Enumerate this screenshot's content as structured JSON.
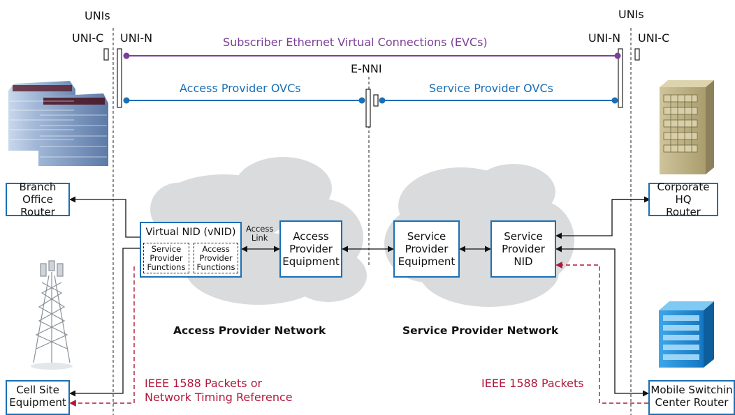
{
  "top": {
    "unis_left": "UNIs",
    "unis_right": "UNIs",
    "uni_c_left": "UNI-C",
    "uni_n_left": "UNI-N",
    "uni_n_right": "UNI-N",
    "uni_c_right": "UNI-C",
    "enni": "E-NNI"
  },
  "connections": {
    "evc": "Subscriber Ethernet Virtual Connections (EVCs)",
    "access_ovc": "Access Provider OVCs",
    "service_ovc": "Service Provider OVCs"
  },
  "boxes": {
    "branch_router": [
      "Branch Office",
      "Router"
    ],
    "corp_router": [
      "Corporate HQ",
      "Router"
    ],
    "cell_site": [
      "Cell Site",
      "Equipment"
    ],
    "msc_router": [
      "Mobile Switchin",
      "Center Router"
    ],
    "vnid_title": "Virtual NID (vNID)",
    "vnid_sub_left": [
      "Service",
      "Provider",
      "Functions"
    ],
    "vnid_sub_right": [
      "Access",
      "Provider",
      "Functions"
    ],
    "access_link": [
      "Access",
      "Link"
    ],
    "access_equipment": [
      "Access",
      "Provider",
      "Equipment"
    ],
    "service_equipment": [
      "Service",
      "Provider",
      "Equipment"
    ],
    "service_nid": [
      "Service",
      "Provider",
      "NID"
    ]
  },
  "networks": {
    "access": "Access Provider Network",
    "service": "Service Provider Network"
  },
  "timing": {
    "left_line1": "IEEE 1588 Packets or",
    "left_line2": "Network Timing Reference",
    "right": "IEEE 1588 Packets"
  },
  "colors": {
    "evc": "#7b3f98",
    "ovc": "#1a6fb5",
    "timing": "#b0183a",
    "box_border": "#1a6fb5",
    "cloud": "#d9dadb"
  }
}
